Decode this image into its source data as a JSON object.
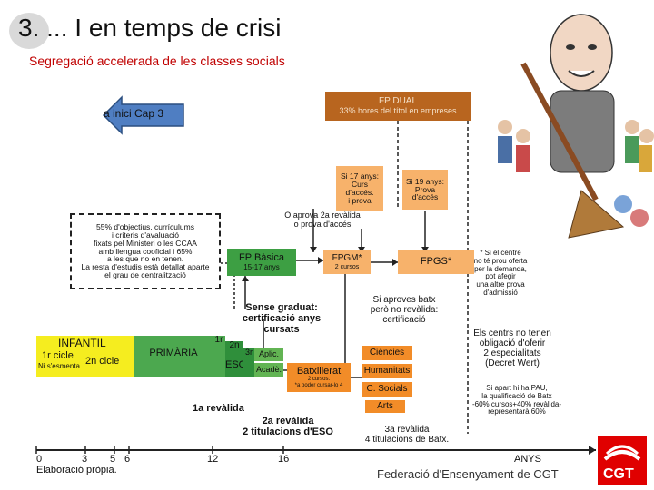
{
  "header": {
    "number": "3.",
    "title": "... I en temps de crisi",
    "subtitle": "Segregació accelerada de les classes socials"
  },
  "nav": {
    "back_label": "a inici Cap 3"
  },
  "fp_dual": {
    "title": "FP DUAL",
    "subtitle": "33% hores del títol en empreses"
  },
  "access_boxes": {
    "age17": [
      "Si 17 anys:",
      "Curs",
      "d'accés.",
      "i prova"
    ],
    "age19": [
      "Si 19 anys:",
      "Prova",
      "d'accés"
    ]
  },
  "revalida_note": [
    "O aprova 2a revàlida",
    "o prova d'accés"
  ],
  "objectives_note": [
    "55% d'objectius, currículums",
    "i criteris d'avaluació",
    "fixats pel Ministeri o les CCAA",
    "amb llengua cooficial i 65%",
    "a les que no en tenen.",
    "La resta d'estudis està detallat aparte",
    "el grau de centralització"
  ],
  "fp_basica": {
    "title": "FP Bàsica",
    "subtitle": "15-17 anys"
  },
  "fpgm": {
    "title": "FPGM*",
    "subtitle": "2 cursos"
  },
  "fpgs": {
    "title": "FPGS*"
  },
  "centre_note": [
    "* Si el centre",
    "no té prou oferta",
    "per la demanda,",
    "pot afegir",
    "una altre prova",
    "d'admissió"
  ],
  "sense_graduat": [
    "Sense graduat:",
    "certificació anys cursats"
  ],
  "batx_no_revalida": [
    "Si aproves batx",
    "però no revàlida:",
    "certificació"
  ],
  "centres_note": [
    "Els centrs no tenen",
    "obligació d'oferir",
    "2 especialitats",
    "(Decret Wert)"
  ],
  "stages": {
    "infantil": "INFANTIL",
    "cicle1": "1r cicle",
    "cicle1_sub": "Ni s'esmenta",
    "cicle2": "2n cicle",
    "primaria": "PRIMÀRIA",
    "eso_1r": "1r",
    "eso_2n": "2n",
    "eso_3r": "3r",
    "eso": "ESO",
    "aplic": "Aplic.",
    "acade": "Acadè.",
    "batx": "Batxillerat",
    "batx_sub1": "2 cursos.",
    "batx_sub2": "*a poder cursar-lo 4",
    "modalities": [
      "Ciències",
      "Humanitats",
      "C. Socials",
      "Arts"
    ]
  },
  "pau_note": [
    "Si apart hi ha PAU,",
    "la qualificació de Batx",
    "-60% cursos+40% revàlida-",
    "representarà 60%"
  ],
  "revalides": {
    "r1": "1a revàlida",
    "r2": [
      "2a revàlida",
      "2 titulacions d'ESO"
    ],
    "r3": [
      "3a revàlida",
      "4 titulacions de Batx."
    ]
  },
  "axis": {
    "ticks": [
      "0",
      "3",
      "5",
      "6",
      "12",
      "16"
    ],
    "label": "ANYS",
    "source": "Elaboració pròpia."
  },
  "footer": {
    "text": "Federació d'Ensenyament de CGT"
  },
  "logo": {
    "text": "CGT"
  }
}
